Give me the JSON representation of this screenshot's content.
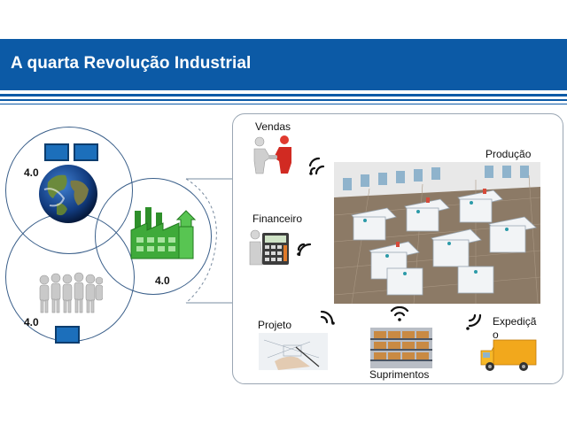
{
  "header": {
    "title": "A quarta Revolução Industrial"
  },
  "left_diagram": {
    "globe_label": "4.0",
    "people_label": "4.0",
    "factory_label": "4.0"
  },
  "panel": {
    "labels": {
      "vendas": "Vendas",
      "financeiro": "Financeiro",
      "producao": "Produção",
      "projeto": "Projeto",
      "suprimentos": "Suprimentos",
      "expedicao_line1": "Expediçã",
      "expedicao_line2": "o"
    }
  },
  "colors": {
    "header_blue": "#0c5aa6",
    "circle_stroke": "#3a5f8a",
    "factory_green": "#3faa3a",
    "wifi_black": "#111111"
  },
  "icons": [
    "globe-icon",
    "people-icon",
    "factory-icon",
    "monitor-icon",
    "handshake-icon",
    "calculator-icon",
    "blueprint-icon",
    "warehouse-icon",
    "truck-icon",
    "wifi-icon"
  ]
}
